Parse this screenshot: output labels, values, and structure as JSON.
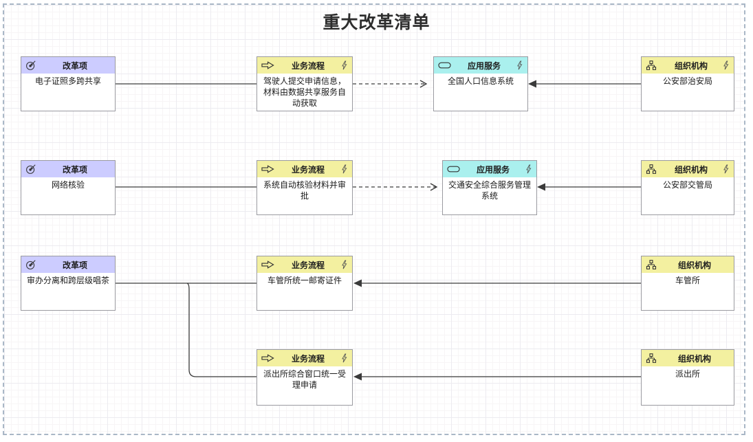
{
  "page": {
    "title": "重大改革清单"
  },
  "nodes": {
    "reform1": {
      "type": "改革项",
      "label": "电子证照多跨共享"
    },
    "process1": {
      "type": "业务流程",
      "label": "驾驶人提交申请信息，材料由数据共享服务自动获取"
    },
    "service1": {
      "type": "应用服务",
      "label": "全国人口信息系统"
    },
    "org1": {
      "type": "组织机构",
      "label": "公安部治安局"
    },
    "reform2": {
      "type": "改革项",
      "label": "网络核验"
    },
    "process2": {
      "type": "业务流程",
      "label": "系统自动核验材料并审批"
    },
    "service2": {
      "type": "应用服务",
      "label": "交通安全综合服务管理系统"
    },
    "org2": {
      "type": "组织机构",
      "label": "公安部交管局"
    },
    "reform3": {
      "type": "改革项",
      "label": "审办分离和跨层级唱茶"
    },
    "process3": {
      "type": "业务流程",
      "label": "车管所统一邮寄证件"
    },
    "org3": {
      "type": "组织机构",
      "label": "车管所"
    },
    "process4": {
      "type": "业务流程",
      "label": "派出所综合窗口统一受理申请"
    },
    "org4": {
      "type": "组织机构",
      "label": "派出所"
    }
  },
  "icons": {
    "reform": "goal-icon",
    "process": "process-arrow-icon",
    "service": "application-service-icon",
    "org": "org-chart-icon",
    "modifier": "lightning-icon"
  },
  "colors": {
    "reform_header": "#ccccff",
    "process_header": "#f3f0a0",
    "service_header": "#aaf0ee",
    "org_header": "#f3f0a0",
    "connector": "#3a3a3a",
    "page_border": "#a9b7c6"
  }
}
